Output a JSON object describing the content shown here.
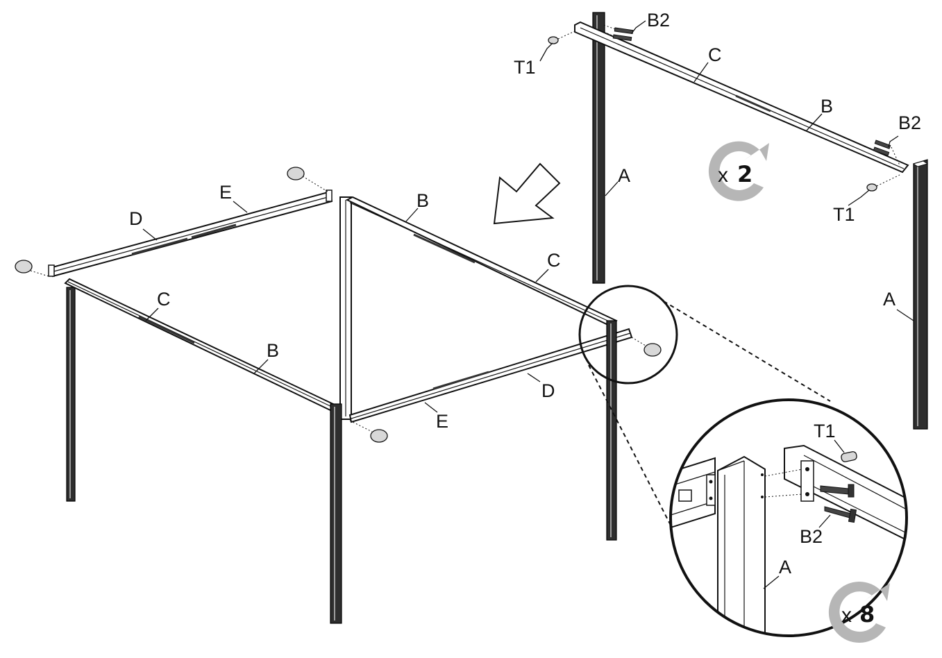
{
  "labels": {
    "a": "A",
    "b": "B",
    "b2": "B2",
    "c": "C",
    "d": "D",
    "e": "E",
    "t1": "T1"
  },
  "multipliers": {
    "top": {
      "x": "x",
      "count": "2"
    },
    "bottom": {
      "x": "x",
      "count": "8"
    }
  },
  "icons": {
    "rotate": "rotate-clockwise-icon",
    "direction": "direction-arrow-icon"
  },
  "colors": {
    "line": "#111111",
    "post": "#2e2e2e",
    "rotate_arrow": "#b6b6b6",
    "background": "#ffffff"
  }
}
